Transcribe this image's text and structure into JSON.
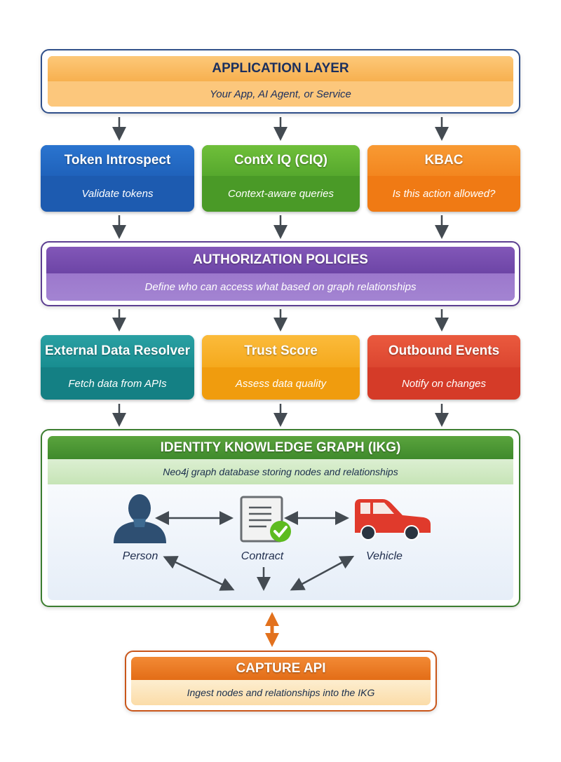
{
  "application_layer": {
    "title": "APPLICATION LAYER",
    "subtitle": "Your App, AI Agent, or Service"
  },
  "row1": [
    {
      "title": "Token Introspect",
      "subtitle": "Validate tokens",
      "color": "#1f5fb8"
    },
    {
      "title": "ContX IQ (CIQ)",
      "subtitle": "Context-aware queries",
      "color": "#4f9e2a"
    },
    {
      "title": "KBAC",
      "subtitle": "Is this action allowed?",
      "color": "#f07d18"
    }
  ],
  "authorization": {
    "title": "AUTHORIZATION POLICIES",
    "subtitle": "Define who can access what based on graph relationships"
  },
  "row2": [
    {
      "title": "External Data Resolver",
      "subtitle": "Fetch data from APIs",
      "color": "#17868a"
    },
    {
      "title": "Trust Score",
      "subtitle": "Assess data quality",
      "color": "#f0a012"
    },
    {
      "title": "Outbound Events",
      "subtitle": "Notify on changes",
      "color": "#d93f2a"
    }
  ],
  "ikg": {
    "title": "IDENTITY KNOWLEDGE GRAPH (IKG)",
    "subtitle": "Neo4j graph database storing nodes and relationships",
    "nodes": [
      {
        "label": "Person",
        "icon": "person-icon"
      },
      {
        "label": "Contract",
        "icon": "contract-check-icon"
      },
      {
        "label": "Vehicle",
        "icon": "car-icon"
      }
    ]
  },
  "capture_api": {
    "title": "CAPTURE API",
    "subtitle": "Ingest nodes and relationships into the IKG"
  }
}
